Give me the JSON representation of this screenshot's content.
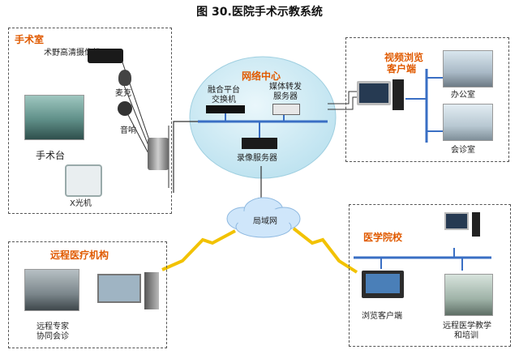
{
  "title": "图 30.医院手术示教系统",
  "operating_room": {
    "title": "手术室",
    "camera_label": "术野高清摄像机",
    "mic_label": "麦克",
    "speaker_label": "音响",
    "table_label": "手术台",
    "xray_label": "X光机"
  },
  "network_center": {
    "title": "网络中心",
    "switch_label_1": "融合平台",
    "switch_label_2": "交换机",
    "media_label_1": "媒体转发",
    "media_label_2": "服务器",
    "recorder_label": "录像服务器"
  },
  "video_clients": {
    "title_1": "视频浏览",
    "title_2": "客户端",
    "office_label": "办公室",
    "consult_label": "会诊室"
  },
  "lan_label": "局域网",
  "remote_hospital": {
    "title": "远程医疗机构",
    "label_1": "远程专家",
    "label_2": "协同会诊"
  },
  "medical_school": {
    "title": "医学院校",
    "browse_label": "浏览客户端",
    "teach_label_1": "远程医学教学",
    "teach_label_2": "和培训"
  },
  "colors": {
    "accent_orange": "#e05a00",
    "bus_blue": "#3a6fc4",
    "cloud_blue": "#cfe6fa",
    "sphere_blue": "#cfeaf5",
    "lightning": "#f2c200"
  }
}
